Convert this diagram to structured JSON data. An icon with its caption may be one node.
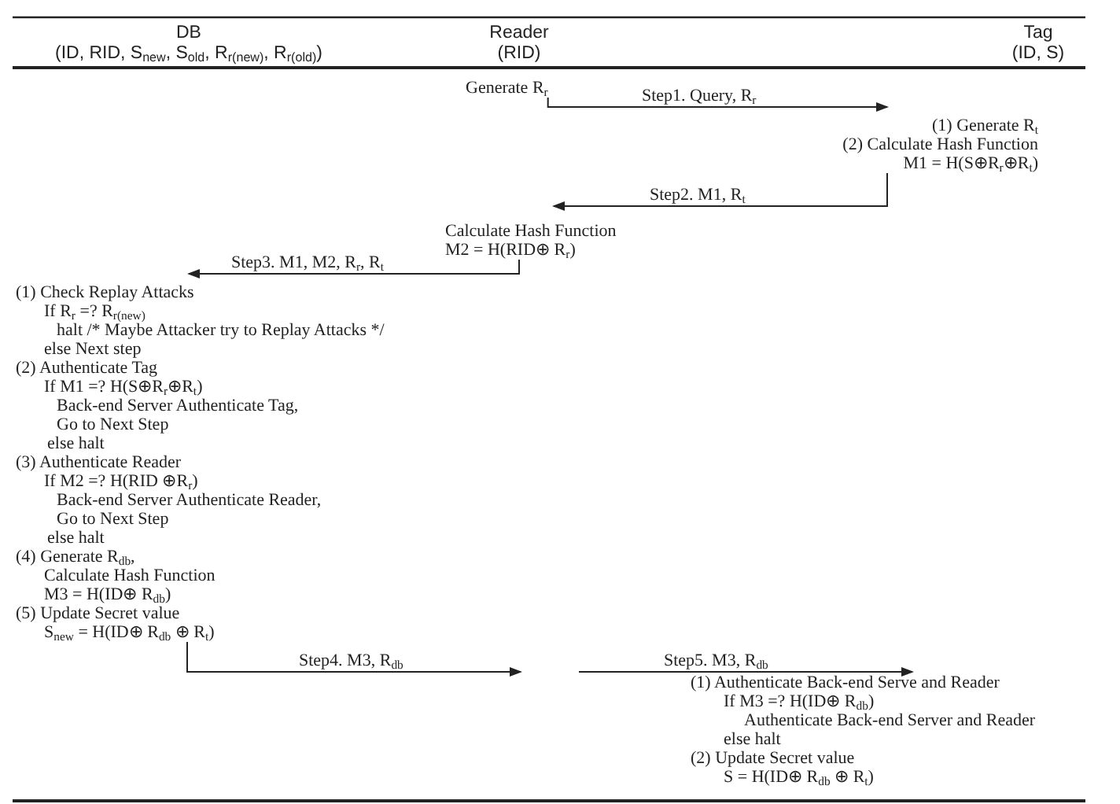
{
  "diagram": {
    "nodes": [
      {
        "text": [
          "DB",
          "(ID, RID, S$_{new}$, S$_{old}$, R$_{r(new)}$, R$_{r(old)}$)"
        ]
      },
      {
        "text": [
          "Reader",
          "(RID)"
        ]
      },
      {
        "text": [
          "Tag",
          "(ID, S)"
        ]
      },
      {
        "text": [
          "Generate R$_{r}$"
        ]
      },
      {
        "text": [
          "(1) Generate R$_{t}$",
          "(2) Calculate Hash Function",
          "M1 = H(S⊕R$_{r}$⊕R$_{t}$)"
        ]
      },
      {
        "text": [
          "Calculate Hash Function",
          "M2 = H(RID⊕ R$_{r}$)"
        ]
      },
      {
        "text": [
          "(1) Check Replay Attacks",
          "If R$_{r}$ =? R$_{r(new)}$",
          "halt /* Maybe Attacker try to Replay Attacks */",
          "else Next step",
          "(2) Authenticate Tag",
          "If M1 =? H(S⊕R$_{r}$⊕R$_{t}$)",
          "Back-end Server Authenticate Tag,",
          "Go to Next Step",
          "else halt",
          "(3) Authenticate Reader",
          "If M2 =? H(RID ⊕R$_{r}$)",
          "Back-end Server Authenticate Reader,",
          "Go to Next Step",
          "else halt",
          "(4) Generate R$_{db}$,",
          "Calculate Hash Function",
          "M3 = H(ID⊕ R$_{db}$)",
          "(5) Update Secret value",
          "S$_{new}$ = H(ID⊕ R$_{db}$ ⊕ R$_{t}$)"
        ]
      },
      {
        "text": [
          "(1) Authenticate Back-end Serve and Reader",
          "If M3 =? H(ID⊕ R$_{db}$)",
          "Authenticate Back-end Server and Reader",
          "else halt",
          "(2) Update Secret value",
          "S = H(ID⊕ R$_{db}$ ⊕ R$_{t}$)"
        ]
      }
    ],
    "edges": [
      {
        "from": 3,
        "to": 4,
        "arrow": "to",
        "label": "Step1. Query, R$_{r}$"
      },
      {
        "from": 4,
        "to": 5,
        "arrow": "to",
        "label": "Step2. M1, R$_{t}$"
      },
      {
        "from": 5,
        "to": 6,
        "arrow": "to",
        "label": "Step3. M1, M2, R$_{r}$, R$_{t}$"
      },
      {
        "from": 6,
        "to": null,
        "arrow": "to",
        "label": "Step4. M3, R$_{db}$"
      },
      {
        "from": null,
        "to": 7,
        "arrow": "to",
        "label": "Step5. M3, R$_{db}$"
      }
    ]
  }
}
